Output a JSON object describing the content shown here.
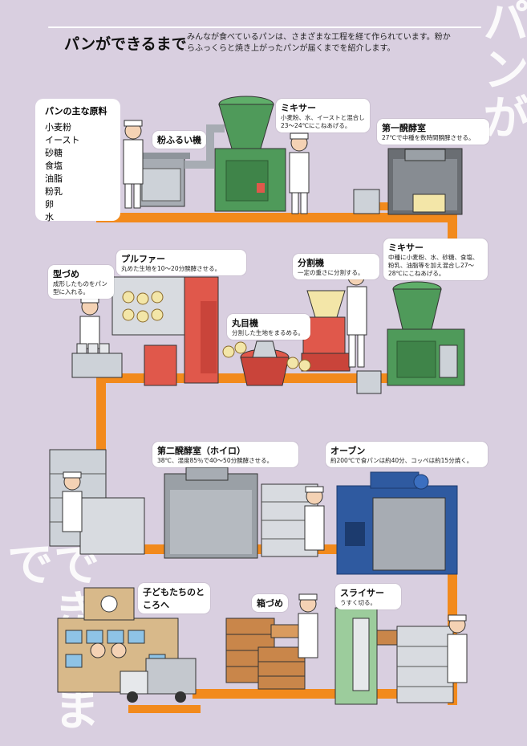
{
  "title": "パンができるまで",
  "intro": "みんなが食べているパンは、さまざまな工程を経て作られています。粉からふっくらと焼き上がったパンが届くまでを紹介します。",
  "side_text_top": "パンが",
  "side_text_bottom": "できるまで",
  "ingredients": {
    "title": "パンの主な原料",
    "items": [
      "小麦粉",
      "イースト",
      "砂糖",
      "食塩",
      "油脂",
      "粉乳",
      "卵",
      "水"
    ]
  },
  "steps": [
    {
      "id": "sifter",
      "label": "粉ふるい機",
      "desc": ""
    },
    {
      "id": "mixer1",
      "label": "ミキサー",
      "desc": "小麦粉、水、イーストと混合し23〜24℃にこねあげる。"
    },
    {
      "id": "ferment1",
      "label": "第一醗酵室",
      "desc": "27℃で中種を数時間醗酵させる。"
    },
    {
      "id": "mixer2",
      "label": "ミキサー",
      "desc": "中種に小麦粉、水、砂糖、食塩、粉乳、油脂等を加え混合し27〜28℃にこねあげる。"
    },
    {
      "id": "divider",
      "label": "分割機",
      "desc": "一定の重さに分割する。"
    },
    {
      "id": "rounder",
      "label": "丸目機",
      "desc": "分割した生地をまるめる。"
    },
    {
      "id": "proofer",
      "label": "プルファー",
      "desc": "丸めた生地を10〜20分醗酵させる。"
    },
    {
      "id": "panning",
      "label": "型づめ",
      "desc": "成形したものをパン型に入れる。"
    },
    {
      "id": "ferment2",
      "label": "第二醗酵室（ホイロ）",
      "desc": "38℃、湿度85％で40〜50分醗酵させる。"
    },
    {
      "id": "oven",
      "label": "オーブン",
      "desc": "約200℃で食パンは約40分、コッペは約15分焼く。"
    },
    {
      "id": "slicer",
      "label": "スライサー",
      "desc": "うすく切る。"
    },
    {
      "id": "boxing",
      "label": "箱づめ",
      "desc": ""
    },
    {
      "id": "delivery",
      "label": "子どもたちのところへ",
      "desc": ""
    }
  ],
  "colors": {
    "background": "#d9cfe0",
    "conveyor": "#f28a1c",
    "machine_green": "#4f9a5a",
    "machine_gray": "#a7acb3",
    "machine_red": "#e0584b",
    "oven_blue": "#2f5aa0",
    "box_brown": "#c9864a",
    "school_tan": "#d8b98a"
  }
}
